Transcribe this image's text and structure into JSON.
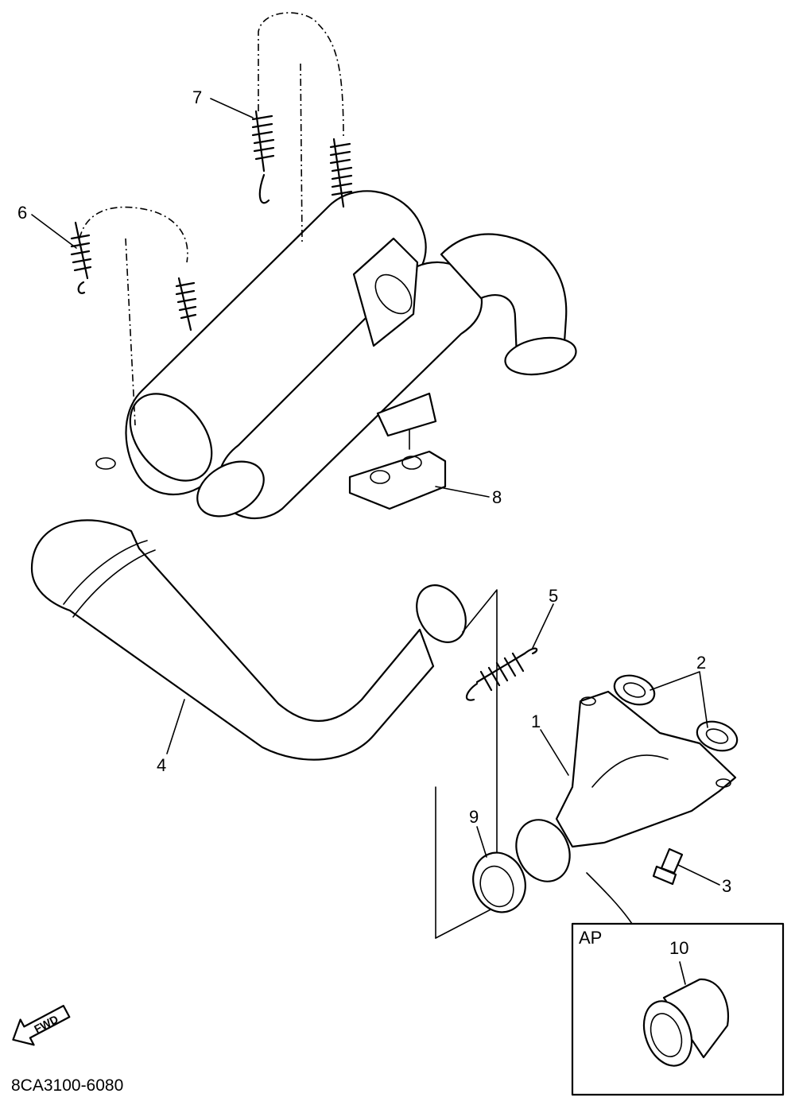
{
  "callouts": [
    "1",
    "2",
    "3",
    "4",
    "5",
    "6",
    "7",
    "8",
    "9",
    "10"
  ],
  "inset_label": "AP",
  "fwd_label": "FWD",
  "drawing_code": "8CA3100-6080"
}
